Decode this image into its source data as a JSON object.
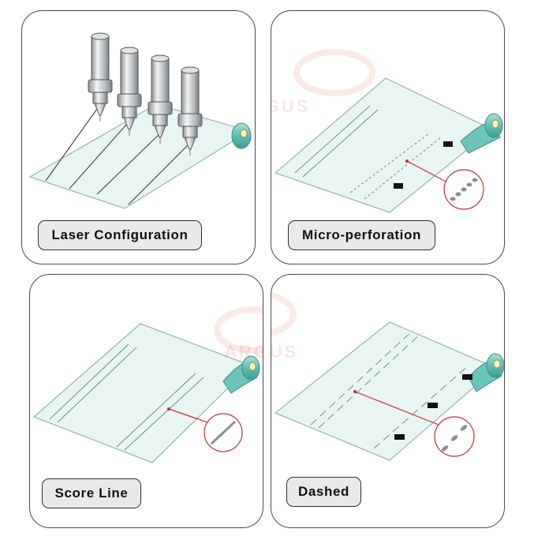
{
  "panels": [
    {
      "id": "laser-configuration",
      "label": "Laser Configuration"
    },
    {
      "id": "micro-perforation",
      "label": "Micro-perforation"
    },
    {
      "id": "score-line",
      "label": "Score Line"
    },
    {
      "id": "dashed",
      "label": "Dashed"
    }
  ],
  "watermark": {
    "text": "ARGUS"
  },
  "colors": {
    "film": "#e6f4f1",
    "film_edge": "#7fa9a1",
    "roll": "#6cc4bb",
    "callout": "#c0332f",
    "lens_label_bg": "#e9e9e9"
  }
}
